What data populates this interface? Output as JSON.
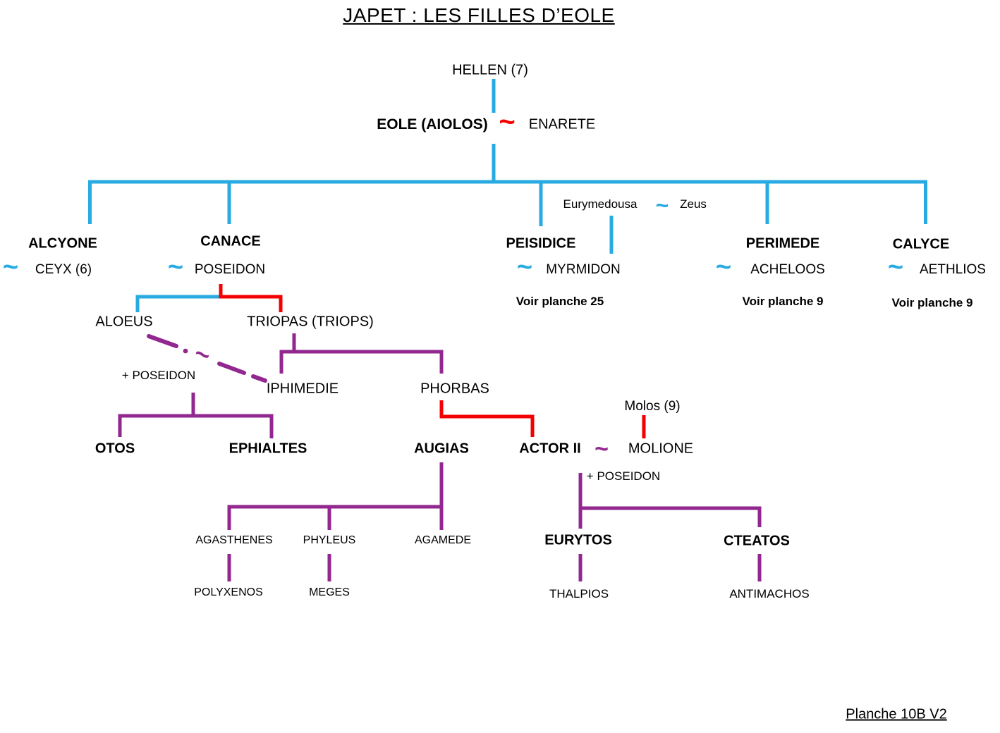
{
  "title": "JAPET : LES FILLES D’EOLE",
  "footer": "Planche 10B V2",
  "symbols": {
    "union": "~"
  },
  "colors": {
    "blue": "#29ABE2",
    "red": "#F50000",
    "purple": "#92278F",
    "text": "#000000"
  },
  "tree": {
    "hellen": "HELLEN (7)",
    "eole": "EOLE (AIOLOS)",
    "enarete": "ENARETE",
    "eurymedousa": "Eurymedousa",
    "zeus": "Zeus",
    "alcyone": "ALCYONE",
    "ceyx": "CEYX (6)",
    "canace": "CANACE",
    "poseidon": "POSEIDON",
    "peisidice": "PEISIDICE",
    "myrmidon": "MYRMIDON",
    "voir_planche_25": "Voir planche 25",
    "perimede": "PERIMEDE",
    "acheloos": "ACHELOOS",
    "voir_planche_9a": "Voir planche 9",
    "calyce": "CALYCE",
    "aethlios": "AETHLIOS",
    "voir_planche_9b": "Voir planche 9",
    "aloeus": "ALOEUS",
    "triopas": "TRIOPAS (TRIOPS)",
    "plus_poseidon_1": "+ POSEIDON",
    "iphimedie": "IPHIMEDIE",
    "phorbas": "PHORBAS",
    "otos": "OTOS",
    "ephialtes": "EPHIALTES",
    "augias": "AUGIAS",
    "actor2": "ACTOR II",
    "molione": "MOLIONE",
    "molos": "Molos (9)",
    "plus_poseidon_2": "+ POSEIDON",
    "agasthenes": "AGASTHENES",
    "phyleus": "PHYLEUS",
    "agamede": "AGAMEDE",
    "eurytos": "EURYTOS",
    "cteatos": "CTEATOS",
    "polyxenos": "POLYXENOS",
    "meges": "MEGES",
    "thalpios": "THALPIOS",
    "antimachos": "ANTIMACHOS"
  }
}
